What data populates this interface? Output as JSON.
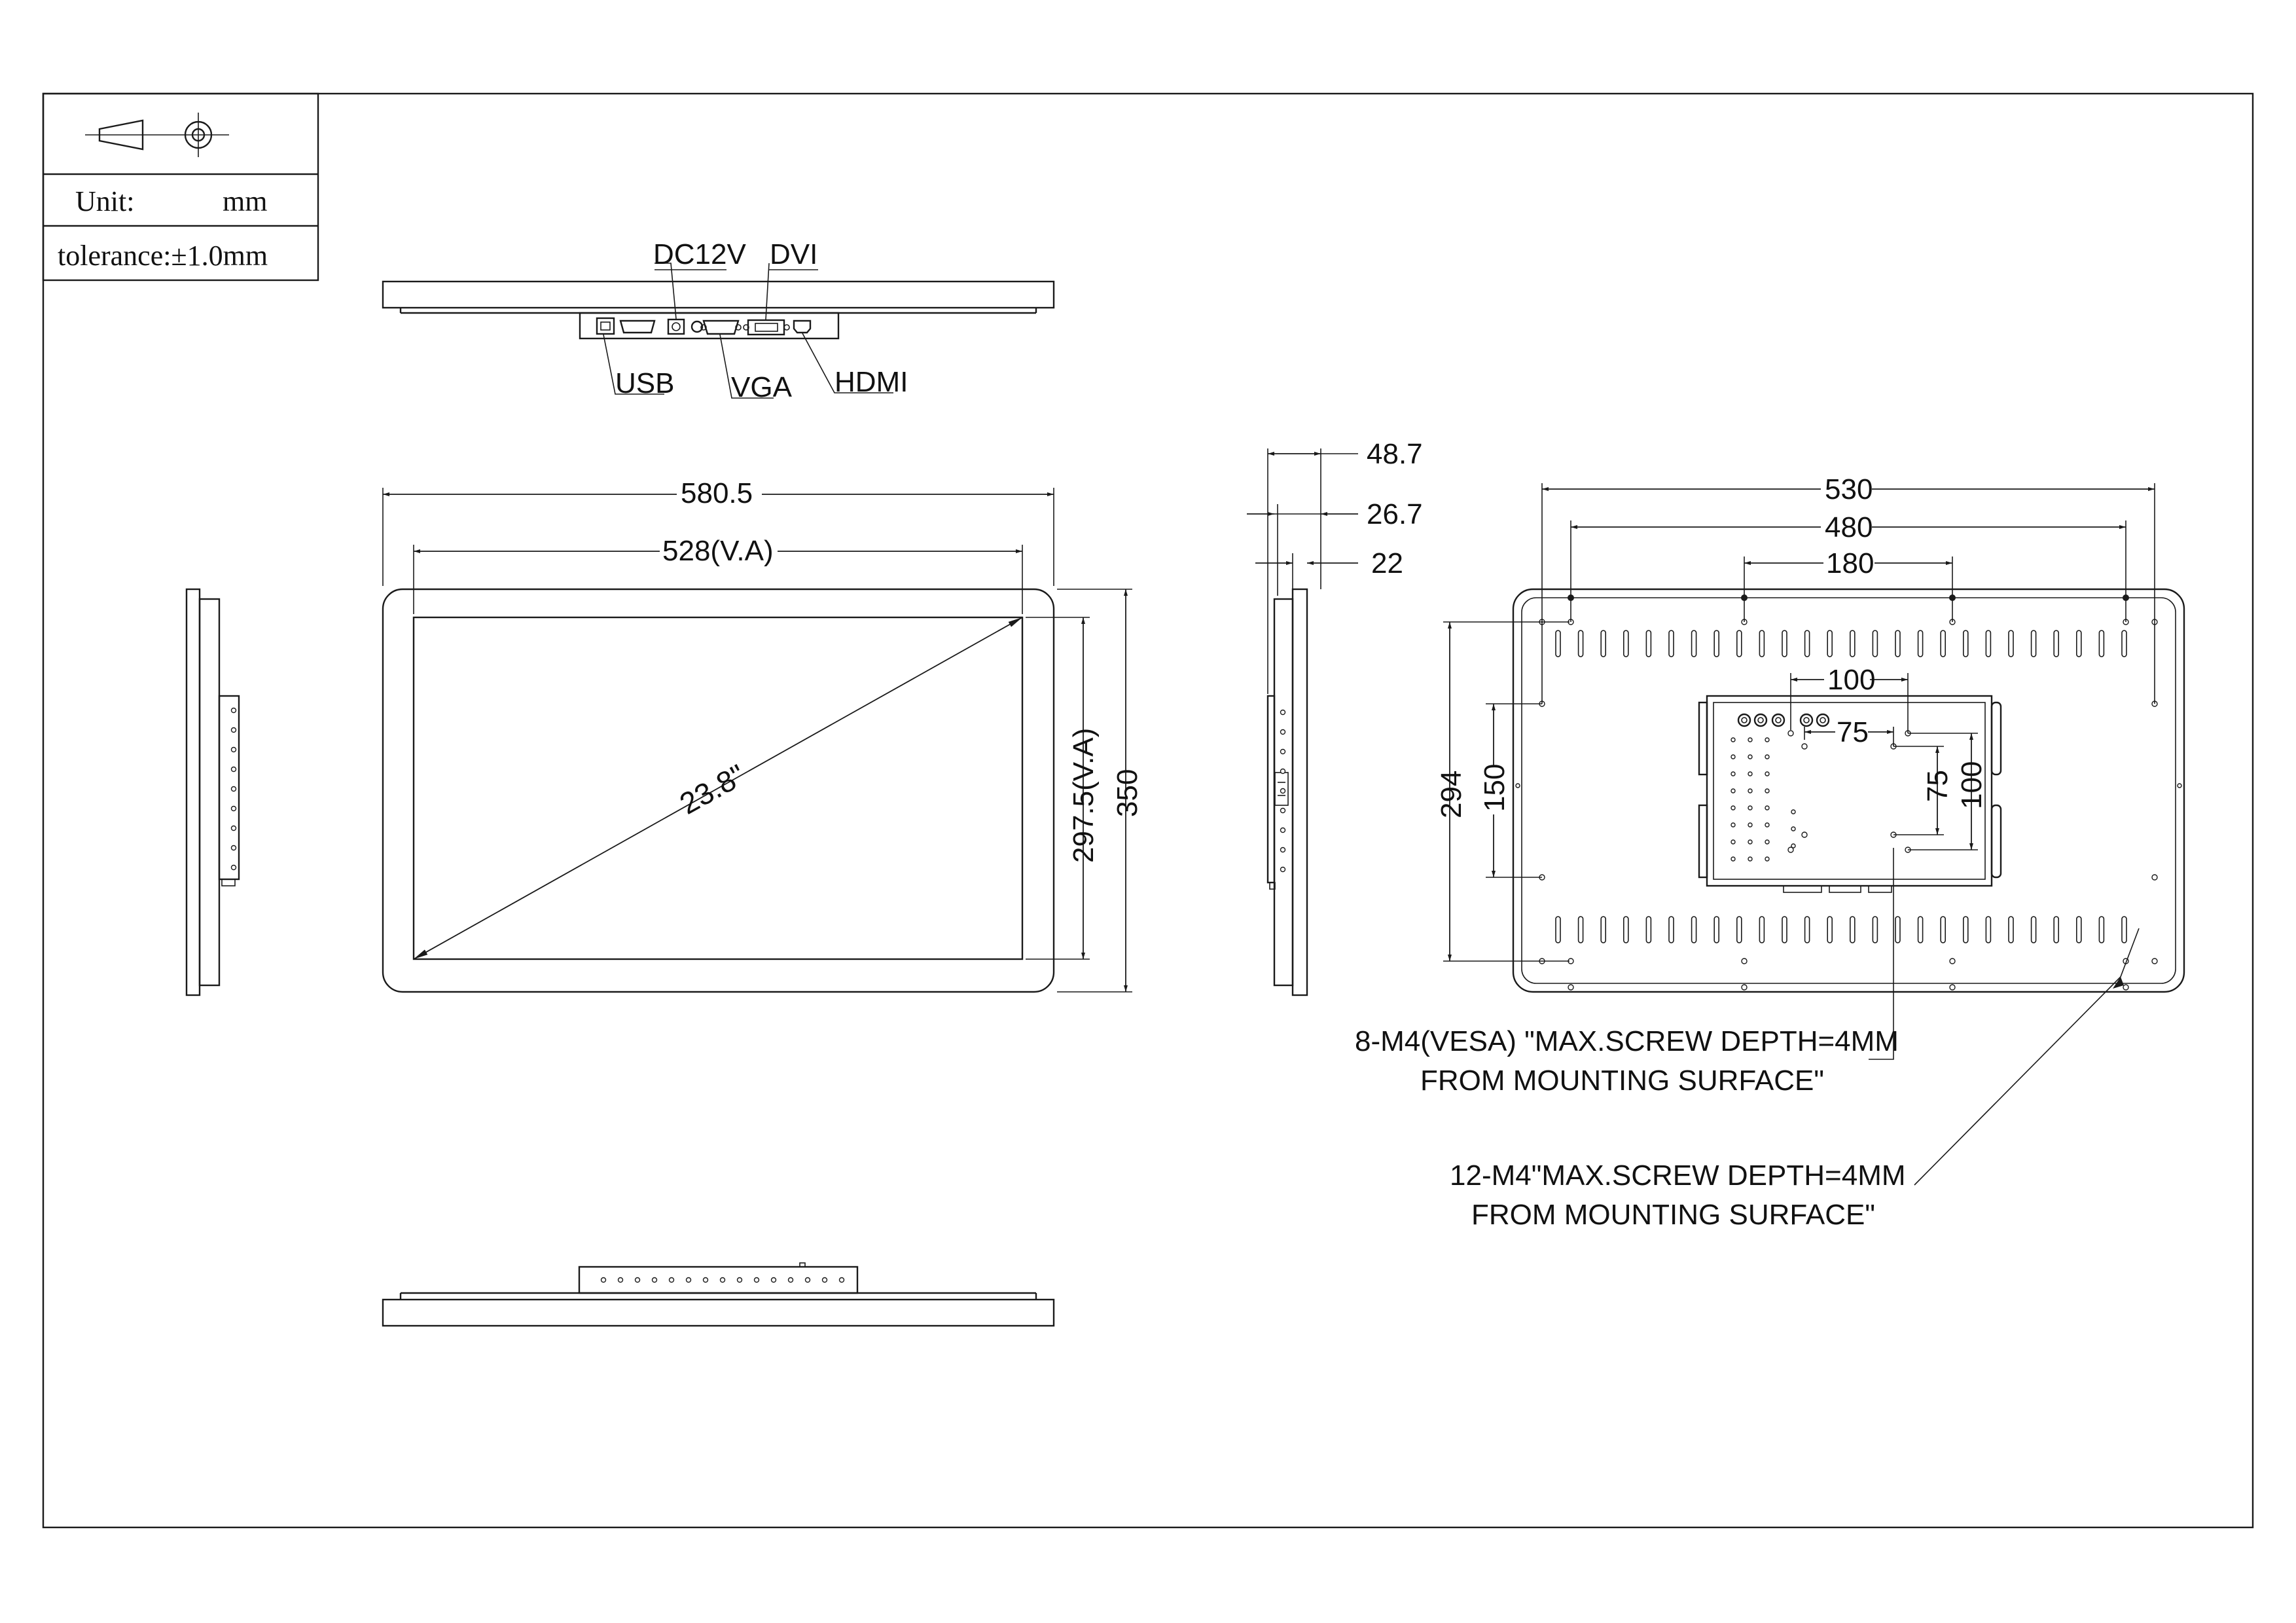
{
  "title_block": {
    "unit_label": "Unit:",
    "unit_value": "mm",
    "tolerance": "tolerance:±1.0mm"
  },
  "top_view": {
    "ports": {
      "dc12v": "DC12V",
      "dvi": "DVI",
      "usb": "USB",
      "vga": "VGA",
      "hdmi": "HDMI"
    }
  },
  "front_view": {
    "overall_width": "580.5",
    "va_width": "528(V.A)",
    "diagonal": "23.8\"",
    "va_height": "297.5(V.A)",
    "overall_height": "350"
  },
  "side_view": {
    "depth_total": "48.7",
    "depth_mid": "26.7",
    "depth_bezel": "22"
  },
  "rear_view": {
    "hole_span_1": "530",
    "hole_span_2": "480",
    "hole_span_3": "180",
    "vesa_100_h": "100",
    "vesa_75_h": "75",
    "vesa_75_v": "75",
    "vesa_100_v": "100",
    "hole_height_294": "294",
    "hole_height_150": "150",
    "note_vesa_line1": "8-M4(VESA) \"MAX.SCREW DEPTH=4MM",
    "note_vesa_line2": "FROM MOUNTING SURFACE\"",
    "note_m4_line1": "12-M4\"MAX.SCREW DEPTH=4MM",
    "note_m4_line2": "FROM MOUNTING SURFACE\""
  }
}
